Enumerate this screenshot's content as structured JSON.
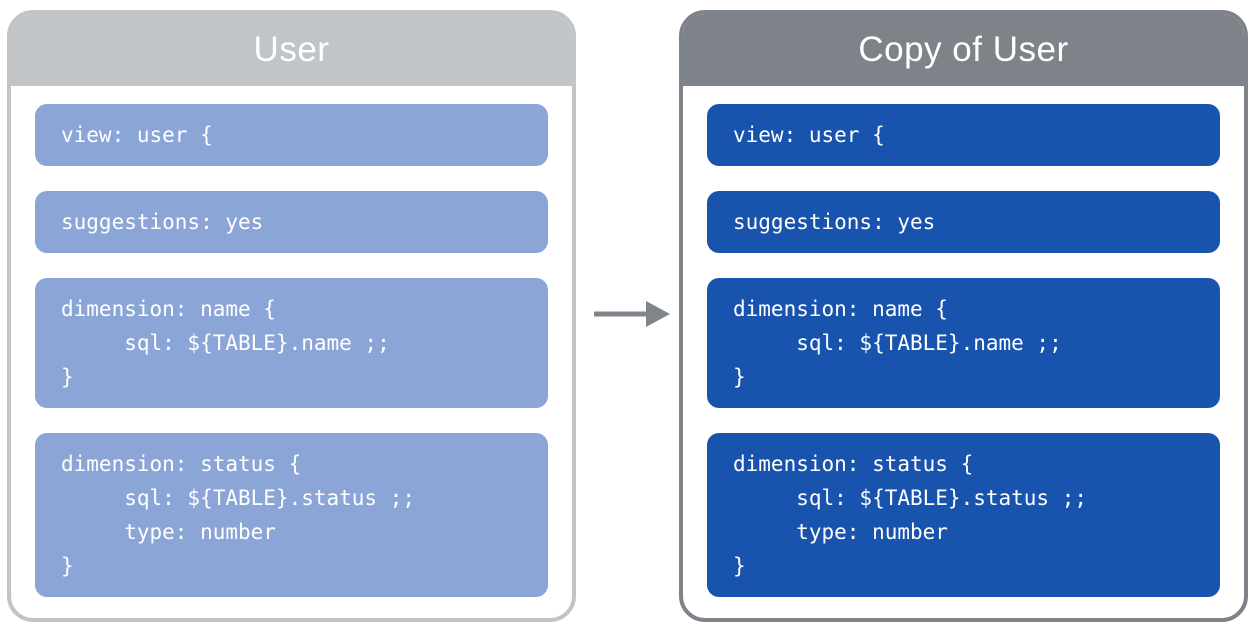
{
  "diagram": {
    "description": "LookML view duplication diagram: original view and its copy",
    "arrow_color": "#80858b",
    "colors": {
      "left_header": "#c1c5c8",
      "left_block": "#8aa5d6",
      "right_header": "#7e838a",
      "right_block": "#1853ad",
      "text": "#ffffff",
      "background": "#ffffff"
    },
    "panels": [
      {
        "title": "User",
        "blocks": [
          {
            "text": "view: user {"
          },
          {
            "text": "suggestions: yes"
          },
          {
            "text": "dimension: name {\n     sql: ${TABLE}.name ;;\n}"
          },
          {
            "text": "dimension: status {\n     sql: ${TABLE}.status ;;\n     type: number\n}"
          }
        ]
      },
      {
        "title": "Copy of User",
        "blocks": [
          {
            "text": "view: user {"
          },
          {
            "text": "suggestions: yes"
          },
          {
            "text": "dimension: name {\n     sql: ${TABLE}.name ;;\n}"
          },
          {
            "text": "dimension: status {\n     sql: ${TABLE}.status ;;\n     type: number\n}"
          }
        ]
      }
    ]
  }
}
